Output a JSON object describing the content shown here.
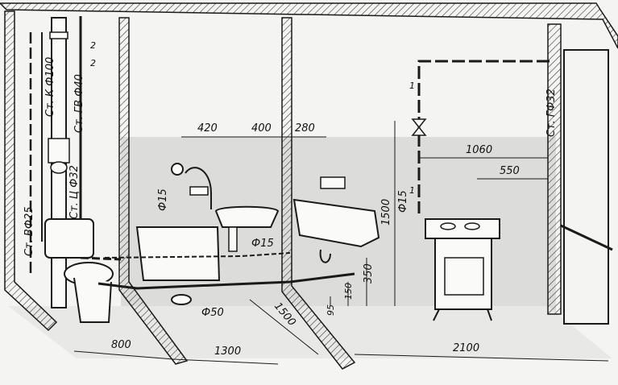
{
  "risers": {
    "sewer": "Ст. К Ф100",
    "hot_water": "Ст. ГВ Ф40",
    "cold_water": "Ст. ВФ25",
    "circulation": "Ст. Ц Ф32",
    "gas": "Ст. ГФ32"
  },
  "pipe_marks": {
    "two_a": "2",
    "two_b": "2",
    "one_a": "1",
    "one_b": "1"
  },
  "dimensions": {
    "d420": "420",
    "d400": "400",
    "d280": "280",
    "d1060": "1060",
    "d550": "550",
    "d1500": "1500",
    "d350": "350",
    "d150": "150",
    "d95": "95",
    "d800": "800",
    "d1300": "1300",
    "d1500_floor": "1500",
    "d2100": "2100"
  },
  "diameters": {
    "phi15_bath": "Ф15",
    "phi15_sink": "Ф15",
    "phi15_gas": "Ф15",
    "phi50": "Ф50"
  },
  "colors": {
    "ink": "#1a1a1a",
    "paper": "#f4f4f2",
    "wall_shade": "#c8c8c6",
    "grid": "#9a9a98"
  }
}
